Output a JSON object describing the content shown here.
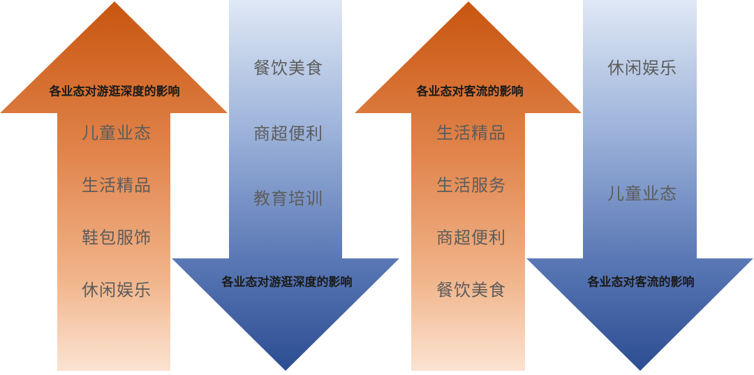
{
  "colors": {
    "orange_top": "#c8550f",
    "orange_mid": "#e5894f",
    "orange_bottom": "#fbe3d2",
    "blue_top": "#dfe8f5",
    "blue_mid": "#7d98c8",
    "blue_bottom": "#2c4d92",
    "heading_text": "#1a1a1a",
    "item_text": "#5c5c5c"
  },
  "panel1": {
    "up_arrow": {
      "heading": "各业态对游逛深度的影响",
      "items": [
        "儿童业态",
        "生活精品",
        "鞋包服饰",
        "休闲娱乐"
      ]
    },
    "down_arrow": {
      "heading": "各业态对游逛深度的影响",
      "items": [
        "餐饮美食",
        "商超便利",
        "教育培训"
      ]
    }
  },
  "panel2": {
    "up_arrow": {
      "heading": "各业态对客流的影响",
      "items": [
        "生活精品",
        "生活服务",
        "商超便利",
        "餐饮美食"
      ]
    },
    "down_arrow": {
      "heading": "各业态对客流的影响",
      "items": [
        "休闲娱乐",
        "儿童业态"
      ]
    }
  }
}
